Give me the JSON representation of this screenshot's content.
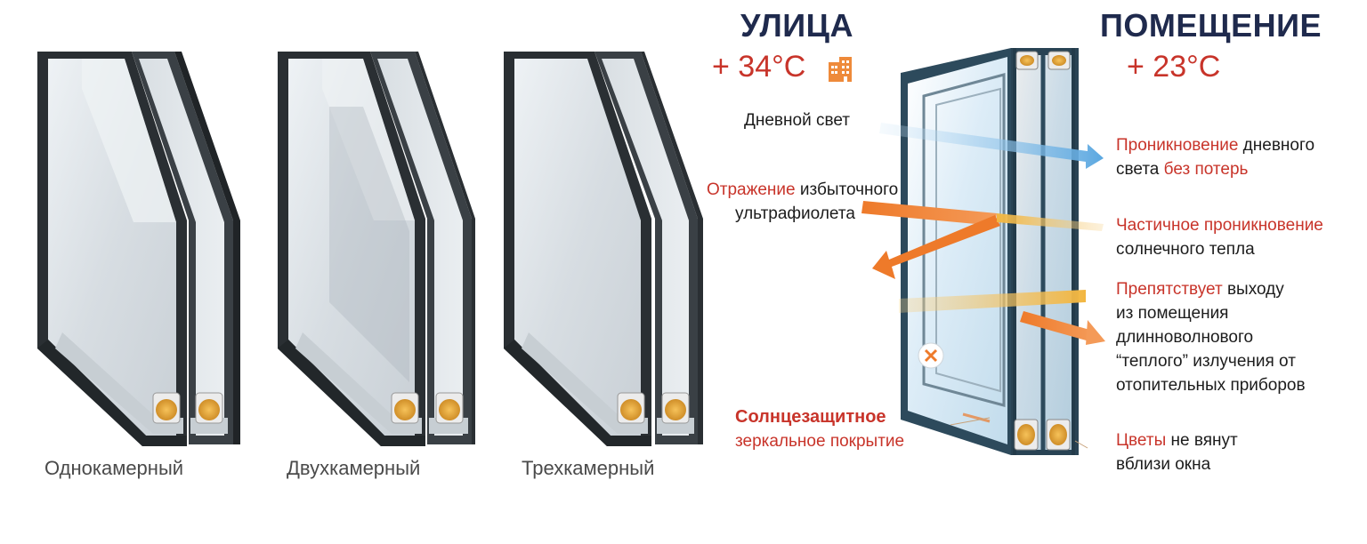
{
  "units": [
    {
      "label": "Однокамерный"
    },
    {
      "label": "Двухкамерный"
    },
    {
      "label": "Трехкамерный"
    }
  ],
  "outside": {
    "heading": "УЛИЦА",
    "temperature": "+ 34°C"
  },
  "inside": {
    "heading": "ПОМЕЩЕНИЕ",
    "temperature": "+ 23°C"
  },
  "left_labels": {
    "daylight": "Дневной свет",
    "reflection_red": "Отражение",
    "reflection_rest1": " избыточного",
    "reflection_line2": "ультрафиолета",
    "coating_line1": "Солнцезащитное",
    "coating_line2": "зеркальное покрытие"
  },
  "right_labels": {
    "penetration_red": "Проникновение",
    "penetration_rest1": " дневного",
    "penetration_line2a": "света ",
    "penetration_line2b": "без потерь",
    "partial_red": "Частичное проникновение",
    "partial_line2": "солнечного тепла",
    "prevents_red": "Препятствует",
    "prevents_rest1": " выходу",
    "prevents_line2": "из помещения",
    "prevents_line3": "длинноволнового",
    "prevents_line4": "“теплого” излучения от",
    "prevents_line5": "отопительных приборов",
    "flowers_red": "Цветы",
    "flowers_rest1": " не вянут",
    "flowers_line2": "вблизи окна"
  },
  "colors": {
    "accent_red": "#c8342a",
    "heading_navy": "#1f2a4d",
    "frame_dark": "#2a2f33",
    "frame_teal": "#2d4a5c",
    "spacer_gold": "#e3a63a",
    "ray_blue": "#5aa7e0",
    "ray_orange": "#ee7a2a",
    "ray_yellow": "#f2b640",
    "building_orange": "#ee8a3a"
  }
}
